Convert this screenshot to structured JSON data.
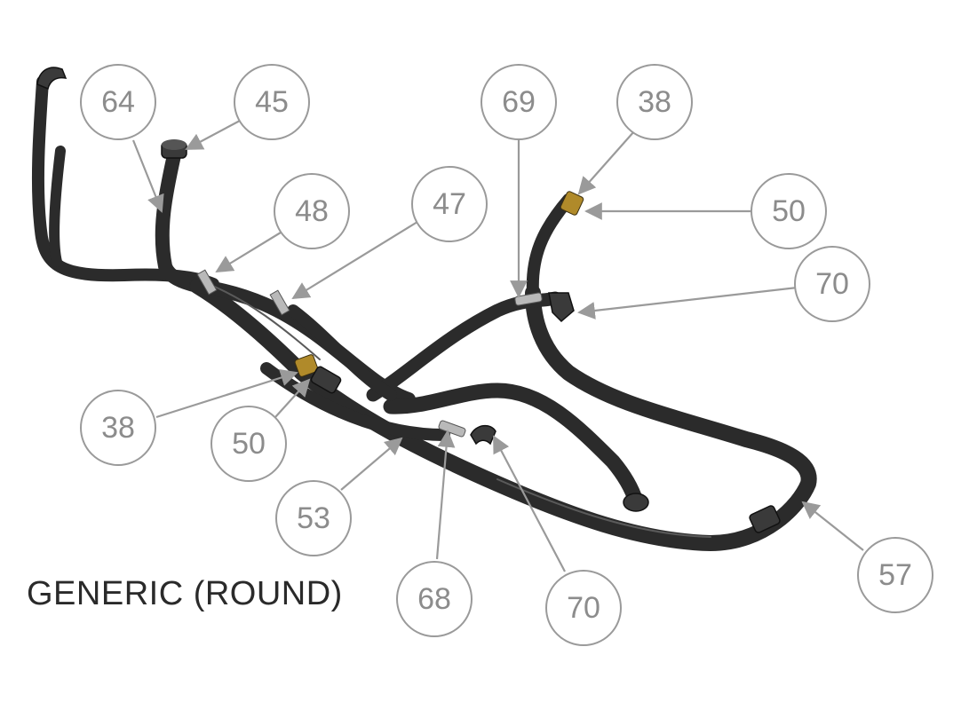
{
  "caption": "GENERIC (ROUND)",
  "colors": {
    "hose": "#2b2b2b",
    "balloon": "#9a9a9a",
    "text": "#8c8c8c",
    "brass": "#b08a2a"
  },
  "balloons": [
    {
      "id": "b1",
      "label": "64"
    },
    {
      "id": "b2",
      "label": "45"
    },
    {
      "id": "b3",
      "label": "48"
    },
    {
      "id": "b4",
      "label": "47"
    },
    {
      "id": "b5",
      "label": "69"
    },
    {
      "id": "b6",
      "label": "38"
    },
    {
      "id": "b7",
      "label": "50"
    },
    {
      "id": "b8",
      "label": "70"
    },
    {
      "id": "b9",
      "label": "38"
    },
    {
      "id": "b10",
      "label": "50"
    },
    {
      "id": "b11",
      "label": "53"
    },
    {
      "id": "b12",
      "label": "68"
    },
    {
      "id": "b13",
      "label": "70"
    },
    {
      "id": "b14",
      "label": "57"
    }
  ]
}
